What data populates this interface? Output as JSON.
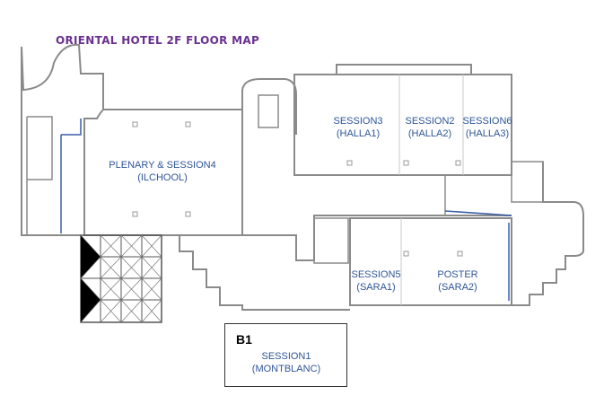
{
  "title": "ORIENTAL HOTEL 2F FLOOR MAP",
  "colors": {
    "title": "#6a3190",
    "room_label": "#2f5597",
    "wall": "#8a8a8a",
    "accent_wall": "#3a5da8"
  },
  "rooms": {
    "plenary": {
      "name": "PLENARY & SESSION4",
      "sub": "(ILCHOOL)"
    },
    "session3": {
      "name": "SESSION3",
      "sub": "(HALLA1)"
    },
    "session2": {
      "name": "SESSION2",
      "sub": "(HALLA2)"
    },
    "session6": {
      "name": "SESSION6",
      "sub": "(HALLA3)"
    },
    "session5": {
      "name": "SESSION5",
      "sub": "(SARA1)"
    },
    "poster": {
      "name": "POSTER",
      "sub": "(SARA2)"
    }
  },
  "basement": {
    "floor": "B1",
    "name": "SESSION1",
    "sub": "(MONTBLANC)"
  }
}
